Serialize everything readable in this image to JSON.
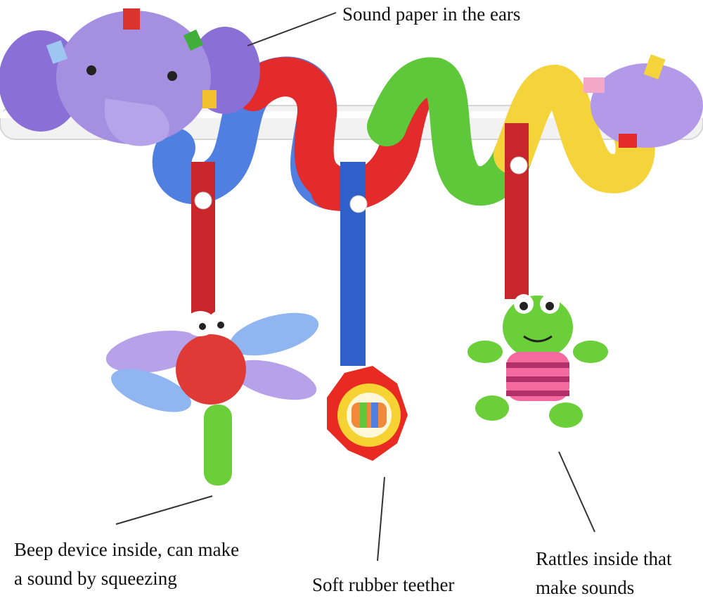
{
  "labels": {
    "ears": "Sound paper in the ears",
    "beep_line1": "Beep device inside, can make",
    "beep_line2": "a sound by squeezing",
    "teether": "Soft rubber teether",
    "rattles_line1": "Rattles inside that",
    "rattles_line2": "make sounds"
  },
  "colors": {
    "elephant": "#a58fe0",
    "bar": "#f2f2f2",
    "spiral_red": "#e32b2b",
    "spiral_blue": "#4f7fe0",
    "spiral_green": "#5ec83a",
    "spiral_yellow": "#f4d43a",
    "ribbon_red": "#c8262a",
    "ribbon_blue": "#2f5fc8",
    "frog": "#6bcf3a",
    "dragonfly_body": "#e03a36",
    "teether": "#e82a22"
  }
}
